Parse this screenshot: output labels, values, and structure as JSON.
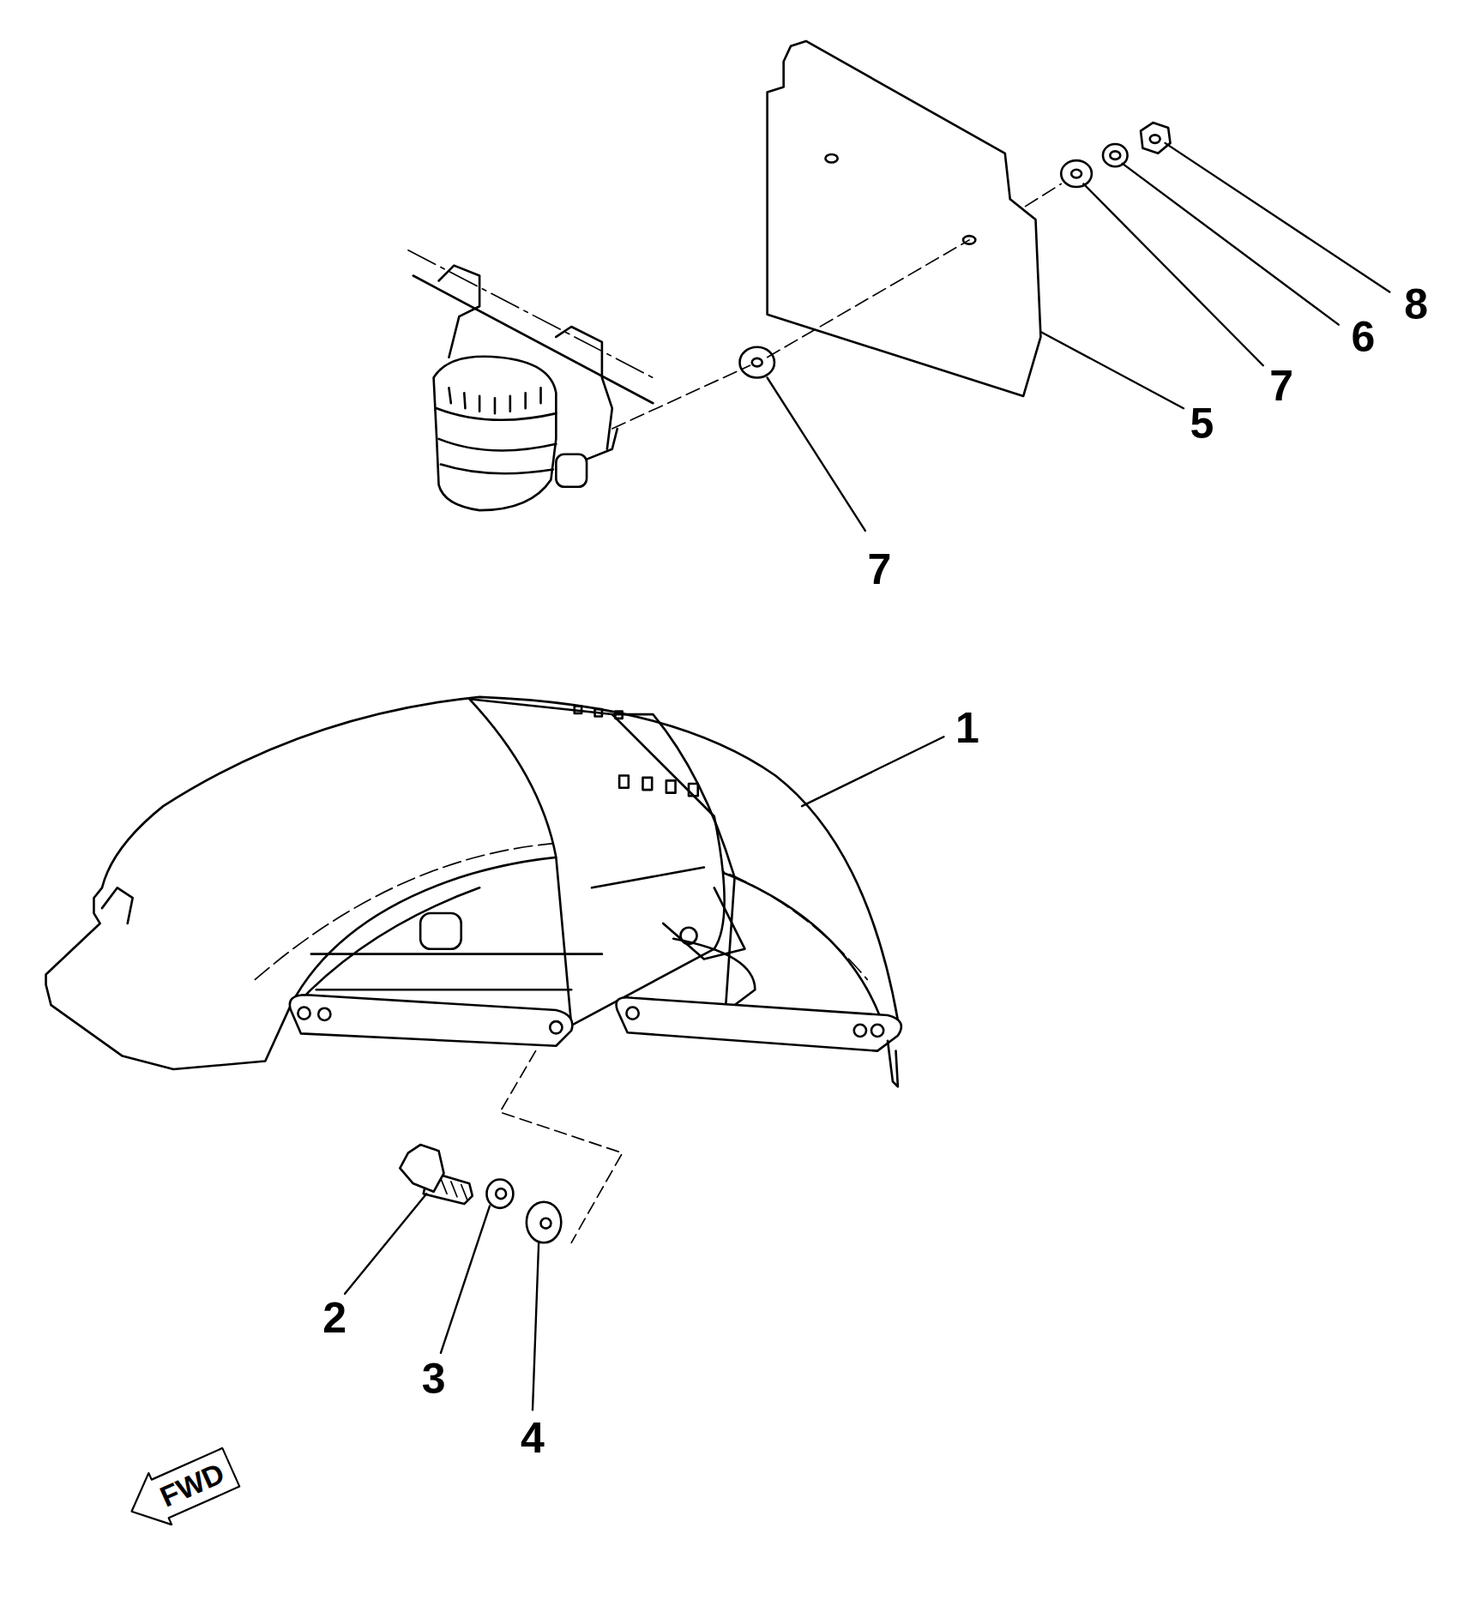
{
  "diagram": {
    "nodes": [
      {
        "text": [
          "FWD"
        ]
      }
    ],
    "labels": [
      "8",
      "6",
      "7",
      "5",
      "7",
      "1",
      "2",
      "3",
      "4"
    ]
  }
}
